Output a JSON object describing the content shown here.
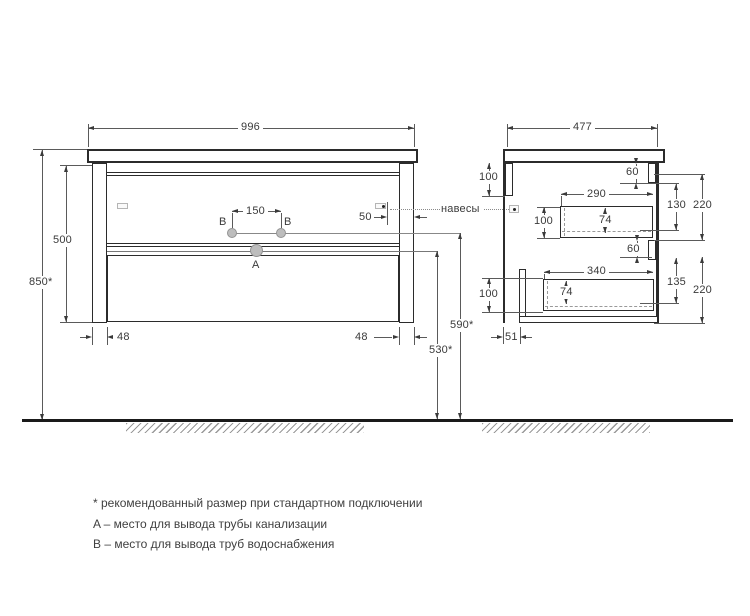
{
  "front": {
    "width": "996",
    "total_height": "850*",
    "cabinet_height": "500",
    "b_spacing": "150",
    "hanger_offset": "50",
    "left_inset": "48",
    "right_inset": "48",
    "drain_outlet_height": "530*",
    "water_outlet_height": "590*",
    "point_a_label": "A",
    "point_b_left_label": "B",
    "point_b_right_label": "B"
  },
  "side": {
    "depth": "477",
    "mount_bracket_height": "100",
    "top_front_offset": "60",
    "top_drawer_width": "290",
    "top_drawer_inner_height": "74",
    "top_drawer_height": "100",
    "top_front_gap": "130",
    "top_front_height": "220",
    "bottom_front_offset": "60",
    "bottom_drawer_width": "340",
    "bottom_drawer_inner_height": "74",
    "bottom_drawer_height": "100",
    "bottom_front_gap": "135",
    "bottom_front_height": "220",
    "back_offset": "51"
  },
  "annotations": {
    "hangers_label": "навесы"
  },
  "notes": {
    "asterisk": "* рекомендованный размер при стандартном подключении",
    "point_a": "A – место для вывода трубы канализации",
    "point_b": "B – место для вывода труб водоснабжения"
  },
  "colors": {
    "structure_line": "#2b2b2b",
    "dimension_line": "#5a5a5a",
    "text": "#3a3a3a",
    "point_fill": "#bdbdbd"
  }
}
